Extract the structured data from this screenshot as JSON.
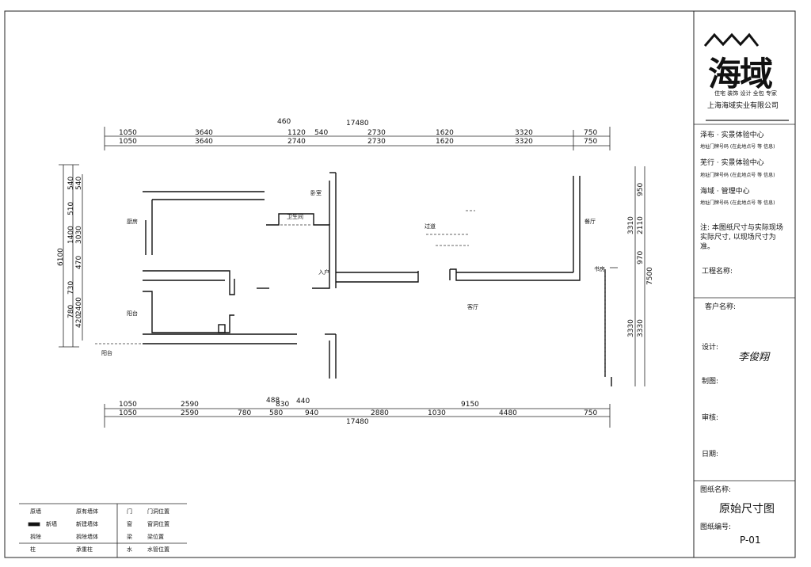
{
  "company": {
    "logo": "海域",
    "slogan": "住宅 装饰 设计 全包 专家",
    "name": "上海海域实业有限公司"
  },
  "centers": [
    {
      "name": "泽布 · 实景体验中心",
      "address": "地址门牌号码 (在此地点号 等 信息)"
    },
    {
      "name": "芜行 · 实景体验中心",
      "address": "地址门牌号码 (在此地点号 等 信息)"
    },
    {
      "name": "海域 · 管理中心",
      "address": "地址门牌号码 (在此地点号 等 信息)"
    }
  ],
  "note": "注: 本图纸尺寸与实际现场实际尺寸, 以现场尺寸为准。",
  "fields": {
    "project": "工程名称:",
    "client": "客户名称:",
    "designer": "设计:",
    "designer_signature": "李俊翔",
    "drafter": "制图:",
    "checker": "审核:",
    "date": "日期:",
    "drawing_name_label": "图纸名称:",
    "drawing_name": "原始尺寸图",
    "drawing_no_label": "图纸编号:",
    "drawing_no": "P-01"
  },
  "dims_top_row1": [
    "1050",
    "3640",
    "460",
    "1120",
    "540",
    "2730",
    "1620",
    "3320",
    "750"
  ],
  "dims_top_row2": [
    "1050",
    "3640",
    "2740",
    "2730",
    "1620",
    "3320",
    "750"
  ],
  "dims_top_total": "17480",
  "dims_bottom_row1": [
    "1050",
    "2590",
    "488",
    "830",
    "440",
    "9150",
    "750"
  ],
  "dims_bottom_row2": [
    "1050",
    "2590",
    "780",
    "580",
    "940",
    "2880",
    "1030",
    "4480",
    "750"
  ],
  "dims_bottom_total": "17480",
  "dims_left": [
    "540",
    "540",
    "510",
    "1400",
    "3030",
    "470",
    "6100",
    "730",
    "780",
    "2400",
    "420"
  ],
  "dims_right": [
    "950",
    "3310",
    "2110",
    "970",
    "7500",
    "3330",
    "3330"
  ],
  "room_labels": [
    "厨房",
    "阳台",
    "卫生间",
    "卧室",
    "客厅",
    "餐厅",
    "书房",
    "阳台",
    "入户",
    "过道"
  ],
  "legend": [
    {
      "symbol": "原墙",
      "desc": "原有墙体",
      "symbol2": "门",
      "desc2": "门洞位置"
    },
    {
      "symbol": "新墙",
      "desc": "新建墙体",
      "symbol2": "窗",
      "desc2": "窗洞位置"
    },
    {
      "symbol": "拆除",
      "desc": "拆除墙体",
      "symbol2": "梁",
      "desc2": "梁位置"
    },
    {
      "symbol": "柱",
      "desc": "承重柱",
      "symbol2": "水",
      "desc2": "水管位置"
    }
  ]
}
